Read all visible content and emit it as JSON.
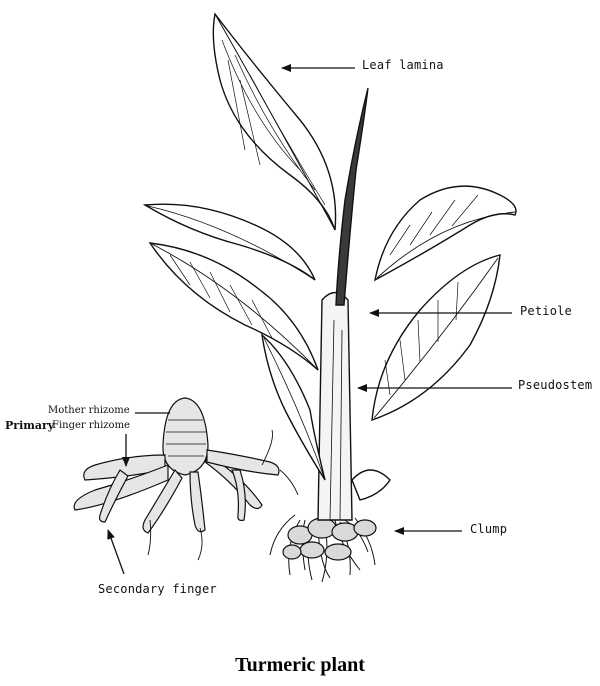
{
  "caption": "Turmeric plant",
  "labels": {
    "leaf_lamina": "Leaf lamina",
    "petiole": "Petiole",
    "pseudostem": "Pseudostem",
    "clump": "Clump",
    "mother_rhizome": "Mother rhizome",
    "primary": "Primary",
    "finger_rhizome": "Finger rhizome",
    "secondary_finger": "Secondary finger"
  },
  "colors": {
    "ink": "#111111",
    "background": "#ffffff"
  }
}
